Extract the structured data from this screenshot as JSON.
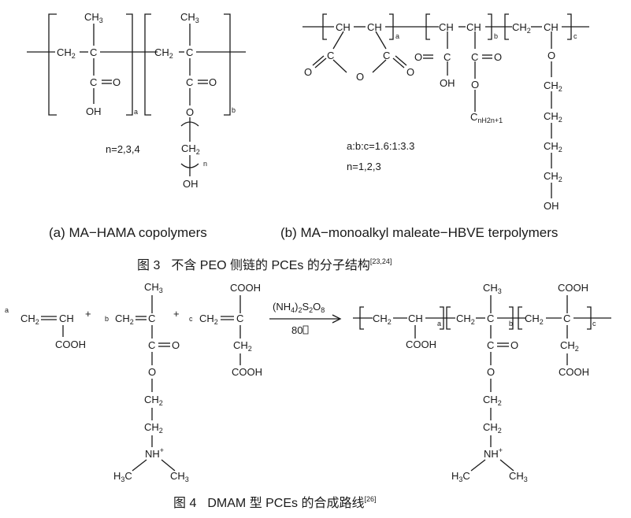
{
  "structures": {
    "ma_hama": {
      "ch3_a": "CH",
      "ch3_a_sub": "3",
      "ch2_a": "CH",
      "ch2_a_sub": "2",
      "c_a": "C",
      "c_a2": "C",
      "o_a": "O",
      "oh_a": "OH",
      "sub_a": "a",
      "ch3_b": "CH",
      "ch3_b_sub": "3",
      "ch2_b": "CH",
      "ch2_b_sub": "2",
      "c_b": "C",
      "c_b2": "C",
      "o_b": "O",
      "o_b2": "O",
      "ch2_c": "CH",
      "ch2_c_sub": "2",
      "n": "n",
      "oh_b": "OH",
      "sub_b": "b",
      "n_values": "n=2,3,4"
    },
    "ma_hbve": {
      "ch_1": "CH",
      "ch_2": "CH",
      "sub_a": "a",
      "c_ring1": "C",
      "c_ring2": "C",
      "o_ring1": "O",
      "o_ring2": "O",
      "o_ring3": "O",
      "ch_3": "CH",
      "ch_4": "CH",
      "sub_b": "b",
      "c_acid": "C",
      "o_acid": "O",
      "oh_acid": "OH",
      "c_ester": "C",
      "o_ester": "O",
      "o_ester2": "O",
      "cnh": "C",
      "cnh_sub": "nH2n+1",
      "ch2_v": "CH",
      "ch2_v_sub": "2",
      "ch_v": "CH",
      "sub_c": "c",
      "o_v": "O",
      "ch2_1": "CH",
      "ch2_1_sub": "2",
      "ch2_2": "CH",
      "ch2_2_sub": "2",
      "ch2_3": "CH",
      "ch2_3_sub": "2",
      "ch2_4": "CH",
      "ch2_4_sub": "2",
      "oh_v": "OH",
      "ratio": "a:b:c=1.6:1:3.3",
      "n_values": "n=1,2,3"
    },
    "dmam": {
      "r_a": "a",
      "r_b": "b",
      "r_c": "c",
      "plus1": "+",
      "plus2": "+",
      "m1_ch2": "CH",
      "m1_ch2_sub": "2",
      "m1_ch": "CH",
      "m1_cooh": "COOH",
      "m2_ch2": "CH",
      "m2_ch2_sub": "2",
      "m2_c": "C",
      "m2_ch3": "CH",
      "m2_ch3_sub": "3",
      "m2_c2": "C",
      "m2_o": "O",
      "m2_o2": "O",
      "m2_ch2a": "CH",
      "m2_ch2a_sub": "2",
      "m2_ch2b": "CH",
      "m2_ch2b_sub": "2",
      "m2_nh": "NH",
      "m2_plus": "+",
      "m2_h3c": "H",
      "m2_h3c_sub": "3",
      "m2_h3c_c": "C",
      "m2_ch3b": "CH",
      "m2_ch3b_sub": "3",
      "m3_ch2": "CH",
      "m3_ch2_sub": "2",
      "m3_c": "C",
      "m3_cooh": "COOH",
      "m3_ch2b": "CH",
      "m3_ch2b_sub": "2",
      "m3_cooh2": "COOH",
      "reagent": "(NH",
      "reagent_sub1": "4",
      "reagent_2": ")",
      "reagent_sub2": "2",
      "reagent_3": "S",
      "reagent_sub3": "2",
      "reagent_4": "O",
      "reagent_sub4": "8",
      "temp": "80",
      "p_ch2_1": "CH",
      "p_ch2_1_sub": "2",
      "p_ch_1": "CH",
      "p_cooh1": "COOH",
      "p_a": "a",
      "p_ch2_2": "CH",
      "p_ch2_2_sub": "2",
      "p_c_2": "C",
      "p_ch3": "CH",
      "p_ch3_sub": "3",
      "p_c2": "C",
      "p_o": "O",
      "p_o2": "O",
      "p_b": "b",
      "p_ch2a": "CH",
      "p_ch2a_sub": "2",
      "p_ch2b": "CH",
      "p_ch2b_sub": "2",
      "p_nh": "NH",
      "p_plus": "+",
      "p_h3c": "H",
      "p_h3c_sub": "3",
      "p_h3c_c": "C",
      "p_ch3b": "CH",
      "p_ch3b_sub": "3",
      "p_ch2_3": "CH",
      "p_ch2_3_sub": "2",
      "p_c_3": "C",
      "p_cooh3": "COOH",
      "p_ch2c": "CH",
      "p_ch2c_sub": "2",
      "p_cooh4": "COOH",
      "p_c": "c"
    }
  },
  "captions": {
    "a": "(a) MA−HAMA copolymers",
    "b": "(b) MA−monoalkyl maleate−HBVE terpolymers"
  },
  "figures": {
    "fig3": {
      "label": "图 3",
      "title": "不含 PEO 侧链的 PCEs 的分子结构",
      "ref": "[23,24]"
    },
    "fig4": {
      "label": "图 4",
      "title": "DMAM 型 PCEs 的合成路线",
      "ref": "[26]"
    }
  }
}
